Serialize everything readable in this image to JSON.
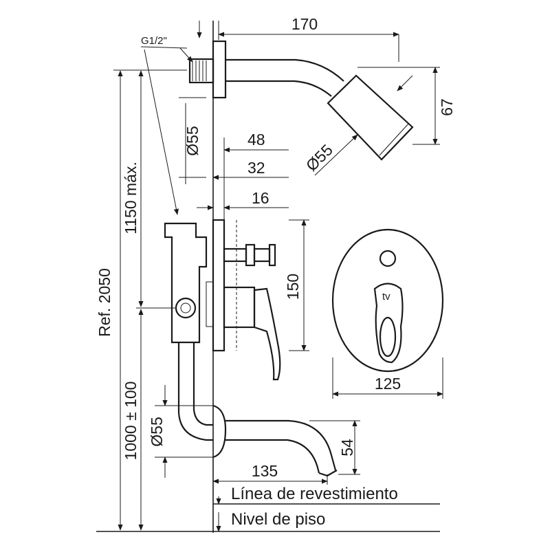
{
  "drawing": {
    "dims": {
      "d170": "170",
      "d67": "67",
      "d55_head": "Ø55",
      "d48": "48",
      "d32": "32",
      "d16": "16",
      "d150": "150",
      "d125": "125",
      "d54": "54",
      "d135": "135",
      "d55_wall": "Ø55",
      "d55_spout": "Ø55",
      "thread": "G1/2\"",
      "ref2050": "Ref. 2050",
      "max1150": "1150 máx.",
      "h1000": "1000 ± 100"
    },
    "captions": {
      "wall_line": "Línea de revestimiento",
      "floor_line": "Nivel de piso"
    }
  }
}
